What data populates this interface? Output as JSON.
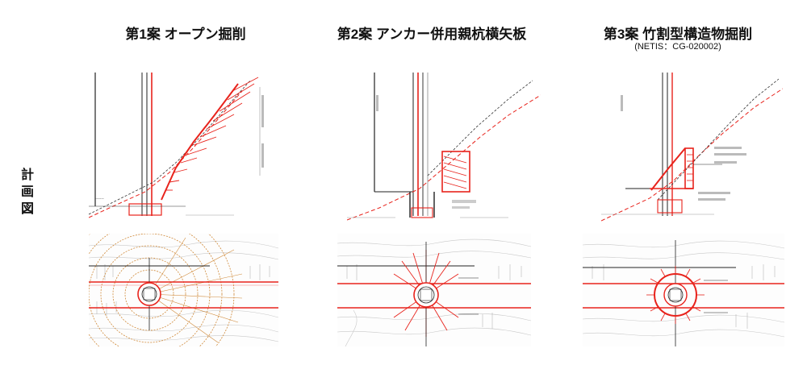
{
  "row_label_chars": [
    "計",
    "画",
    "図"
  ],
  "plans": [
    {
      "title": "第1案 オープン掘削",
      "subtitle": ""
    },
    {
      "title": "第2案 アンカー併用親杭横矢板",
      "subtitle": ""
    },
    {
      "title": "第3案 竹割型構造物掘削",
      "subtitle": "(NETIS：CG-020002)"
    }
  ],
  "colors": {
    "red": "#e8231c",
    "orange": "#d08a3a",
    "line": "#222222",
    "faint": "#9a9a9a"
  }
}
